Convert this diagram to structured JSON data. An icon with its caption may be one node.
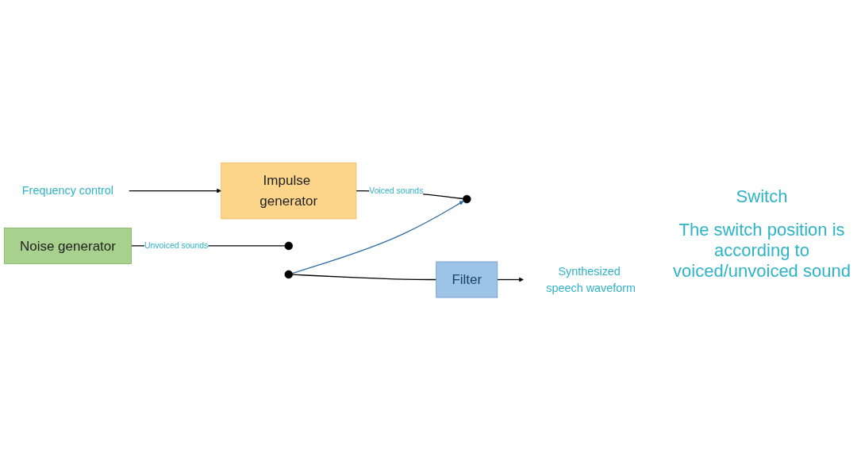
{
  "diagram": {
    "nodes": [
      {
        "text": [
          "Frequency control"
        ]
      },
      {
        "text": [
          "Impulse generator"
        ]
      },
      {
        "text": [
          "Noise generator"
        ]
      },
      {
        "text": [],
        "shape": "circle"
      },
      {
        "text": [],
        "shape": "circle"
      },
      {
        "text": [],
        "shape": "circle"
      },
      {
        "text": [
          "Filter"
        ]
      },
      {
        "text": [
          "Synthesized speech waveform"
        ]
      }
    ],
    "edges": [
      {
        "from": 0,
        "to": 1,
        "arrow": "to"
      },
      {
        "from": 1,
        "to": 3,
        "arrow": "none",
        "label": "Voiced sounds"
      },
      {
        "from": 2,
        "to": 4,
        "arrow": "none",
        "label": "Unvoiced sounds"
      },
      {
        "from": 5,
        "to": 3,
        "arrow": "to",
        "color": "#2e6da4"
      },
      {
        "from": 5,
        "to": 6,
        "arrow": "none"
      },
      {
        "from": 6,
        "to": 7,
        "arrow": "to"
      }
    ],
    "labels": [
      "Switch",
      "The switch position is according to voiced/unvoiced sound"
    ]
  }
}
